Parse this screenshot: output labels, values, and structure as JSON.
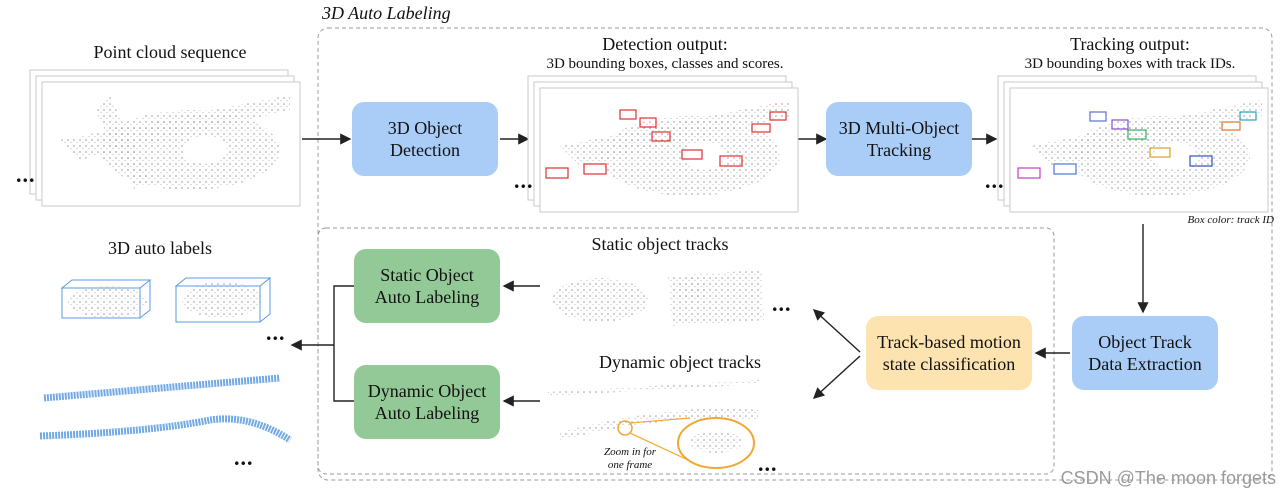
{
  "title": "3D Auto Labeling",
  "labels": {
    "point_cloud": "Point cloud sequence",
    "detection_output_line1": "Detection output:",
    "detection_output_line2": "3D bounding boxes, classes and scores.",
    "tracking_output_line1": "Tracking output:",
    "tracking_output_line2": "3D bounding boxes with track IDs.",
    "box_color_note": "Box color: track ID",
    "auto_labels": "3D auto labels",
    "static_tracks": "Static object tracks",
    "dynamic_tracks": "Dynamic object tracks",
    "zoom_note_line1": "Zoom in for",
    "zoom_note_line2": "one frame",
    "ellipsis": "..."
  },
  "boxes": {
    "detection_line1": "3D Object",
    "detection_line2": "Detection",
    "tracking_line1": "3D Multi-Object",
    "tracking_line2": "Tracking",
    "extraction_line1": "Object Track",
    "extraction_line2": "Data Extraction",
    "motion_line1": "Track-based motion",
    "motion_line2": "state classification",
    "static_line1": "Static Object",
    "static_line2": "Auto Labeling",
    "dynamic_line1": "Dynamic Object",
    "dynamic_line2": "Auto Labeling"
  },
  "watermark": "CSDN @The moon forgets",
  "colors": {
    "blue_box": "#a9cdf6",
    "green_box": "#93c996",
    "orange_box": "#fde3b0",
    "zoom_ring": "#f0a830",
    "auto_label_box": "#5a9be0"
  }
}
